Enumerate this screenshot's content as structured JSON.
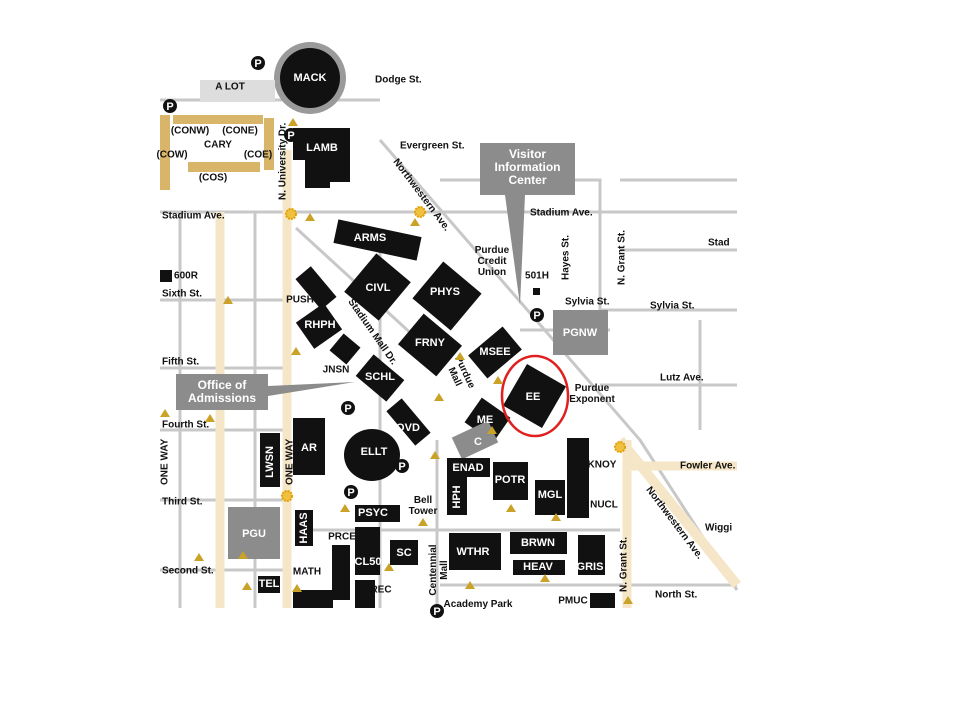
{
  "map": {
    "buildings": [
      "MACK",
      "LAMB",
      "ARMS",
      "CIVL",
      "PHYS",
      "PUSH",
      "RHPH",
      "FRNY",
      "MSEE",
      "JNSN",
      "SCHL",
      "EE",
      "ME",
      "C",
      "HOVD",
      "ELLT",
      "AR",
      "LWSN",
      "ENAD",
      "HPH",
      "POTR",
      "MGL",
      "KNOY",
      "NUCL",
      "PGU",
      "HAAS",
      "PSYC",
      "PRCE",
      "CL50",
      "SC",
      "WTHR",
      "BRWN",
      "HEAV",
      "GRIS",
      "MATH",
      "TEL",
      "REC",
      "PMUC",
      "PGNW",
      "501H",
      "600R",
      "CARY",
      "(CONW)",
      "(CONE)",
      "(COW)",
      "(COE)",
      "(COS)",
      "A LOT"
    ],
    "streets": [
      "Dodge St.",
      "Evergreen St.",
      "Stadium Ave.",
      "Stadium Ave.",
      "Stad",
      "Sixth St.",
      "Fifth St.",
      "Fourth St.",
      "Third St.",
      "Second St.",
      "Sylvia St.",
      "Sylvia St.",
      "Lutz Ave.",
      "Fowler Ave.",
      "Wiggi",
      "North St.",
      "Northwestern Ave.",
      "Northwestern Ave.",
      "N. University Dr.",
      "N. Grant St.",
      "N. Grant St.",
      "Hayes St.",
      "Stadium Mall Dr.",
      "ONE WAY",
      "ONE WAY"
    ],
    "landmarks": [
      "Purdue Credit Union",
      "Purdue Exponent",
      "Purdue Mall",
      "Bell Tower",
      "Centennial Mall",
      "Academy Park"
    ],
    "callouts": {
      "visitor": [
        "Visitor",
        "Information",
        "Center"
      ],
      "admissions": [
        "Office of",
        "Admissions"
      ]
    },
    "highlight": {
      "building": "EE",
      "color": "#e02020"
    },
    "colors": {
      "building": "#111111",
      "parking": "#8c8c8c",
      "residence": "#d9b56a",
      "accent": "#c9a227",
      "road": "#f4e6c6"
    }
  }
}
